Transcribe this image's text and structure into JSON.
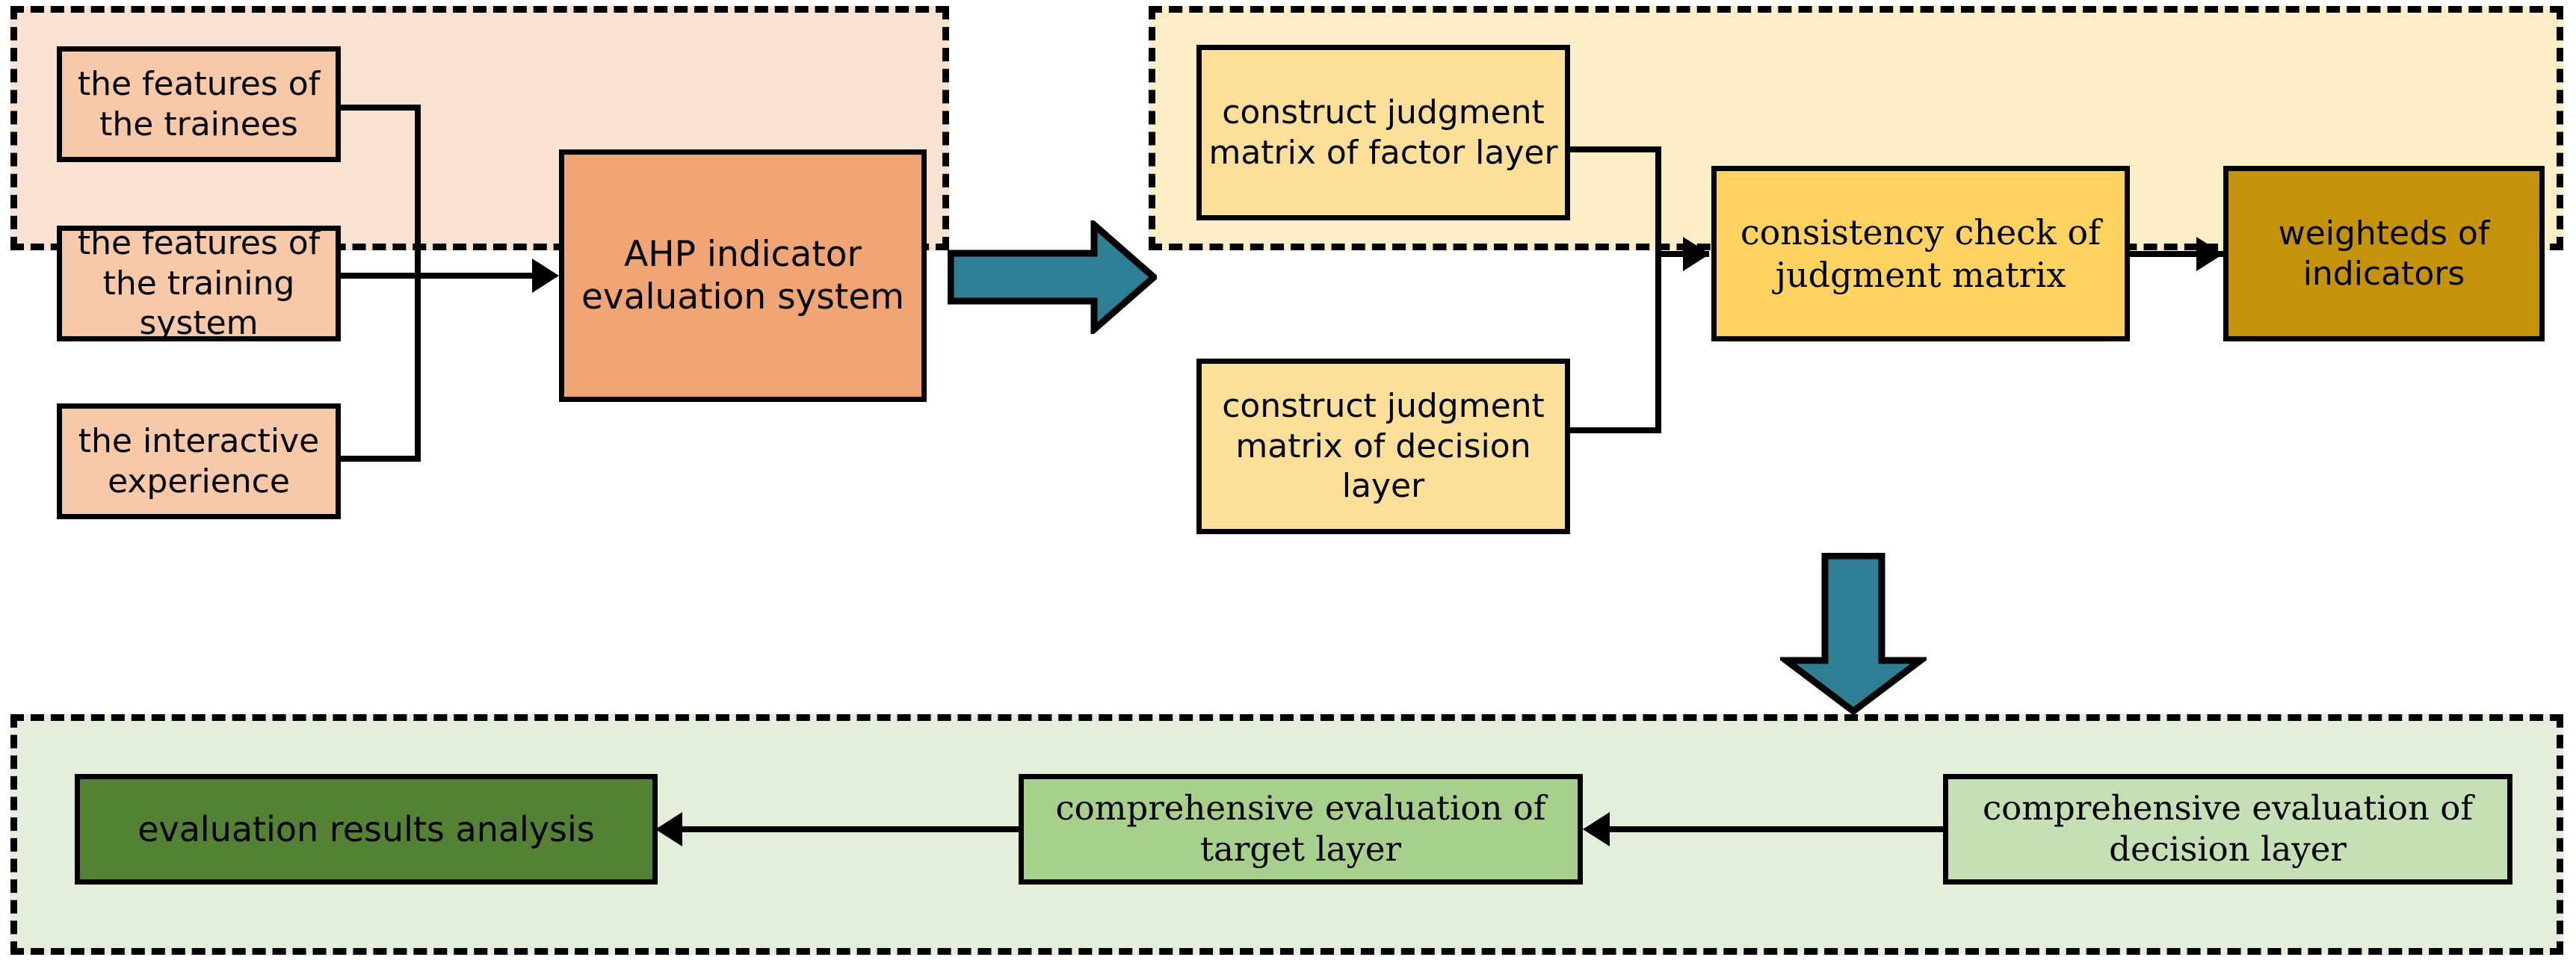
{
  "diagram": {
    "title": "AHP indicator evaluation flowchart",
    "colors": {
      "pink_container": "#fae2d2",
      "pink_node": "#f8c9a8",
      "orange_node": "#f1a574",
      "yellow_container": "#fdeec8",
      "yellow_node": "#fcdf99",
      "yellow_node_strong": "#fdd260",
      "gold_node": "#c4930b",
      "green_container": "#e3eedb",
      "green_node_dark": "#538235",
      "green_node_mid": "#a8d08d",
      "green_node_light": "#c5e0b4",
      "teal_arrow": "#2e7f96",
      "stroke": "#000000"
    }
  },
  "groups": {
    "inputs": {
      "name": "input-factors-group",
      "nodes": {
        "trainees": "the features of the trainees",
        "training_system": "the features of the training system",
        "interactive_experience": "the interactive experience",
        "ahp_system": "AHP indicator evaluation system"
      }
    },
    "weighting": {
      "name": "weighting-group",
      "nodes": {
        "factor_matrix": "construct judgment matrix of factor layer",
        "decision_matrix": "construct judgment matrix of decision layer",
        "consistency_check": "consistency check of judgment matrix",
        "weights": "weighteds of indicators"
      }
    },
    "evaluation": {
      "name": "evaluation-group",
      "nodes": {
        "results_analysis": "evaluation results analysis",
        "target_layer": "comprehensive evaluation of  target layer",
        "decision_layer": "comprehensive evaluation of decision layer"
      }
    }
  },
  "connectors": {
    "inputs_to_ahp": "arrow-into-ahp",
    "pink_to_yellow": "teal-right-arrow",
    "matrices_to_consistency": "arrow-into-consistency-check",
    "consistency_to_weights": "arrow-into-weighteds",
    "yellow_to_green": "teal-down-arrow",
    "decision_to_target": "arrow-into-target-layer",
    "target_to_results": "arrow-into-results-analysis"
  }
}
